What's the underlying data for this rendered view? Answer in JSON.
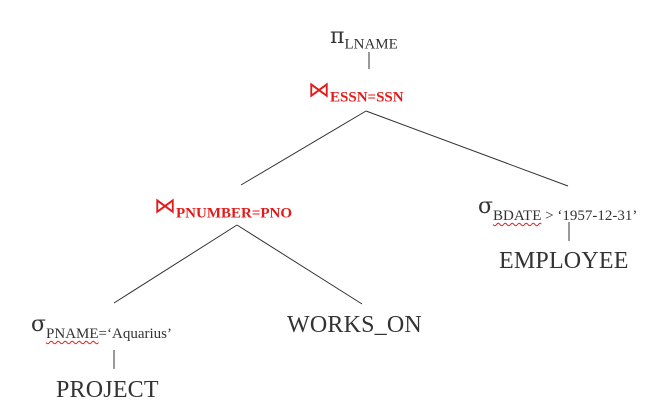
{
  "tree": {
    "projection": {
      "symbol": "π",
      "attribute": "LNAME"
    },
    "join_top": {
      "symbol": "⋈",
      "condition": "ESSN=SSN",
      "color": "#e31b1b"
    },
    "join_left": {
      "symbol": "⋈",
      "condition": "PNUMBER=PNO",
      "color": "#e31b1b"
    },
    "select_employee": {
      "symbol": "σ",
      "attribute": "BDATE",
      "operator": " > ",
      "value": "‘1957-12-31’"
    },
    "select_project": {
      "symbol": "σ",
      "attribute": "PNAME",
      "operator": "=",
      "value": "‘Aquarius’"
    },
    "relations": {
      "employee": "EMPLOYEE",
      "works_on": "WORKS_ON",
      "project": "PROJECT"
    }
  },
  "colors": {
    "line": "#333333",
    "join_text": "#e31b1b",
    "text": "#333333"
  }
}
